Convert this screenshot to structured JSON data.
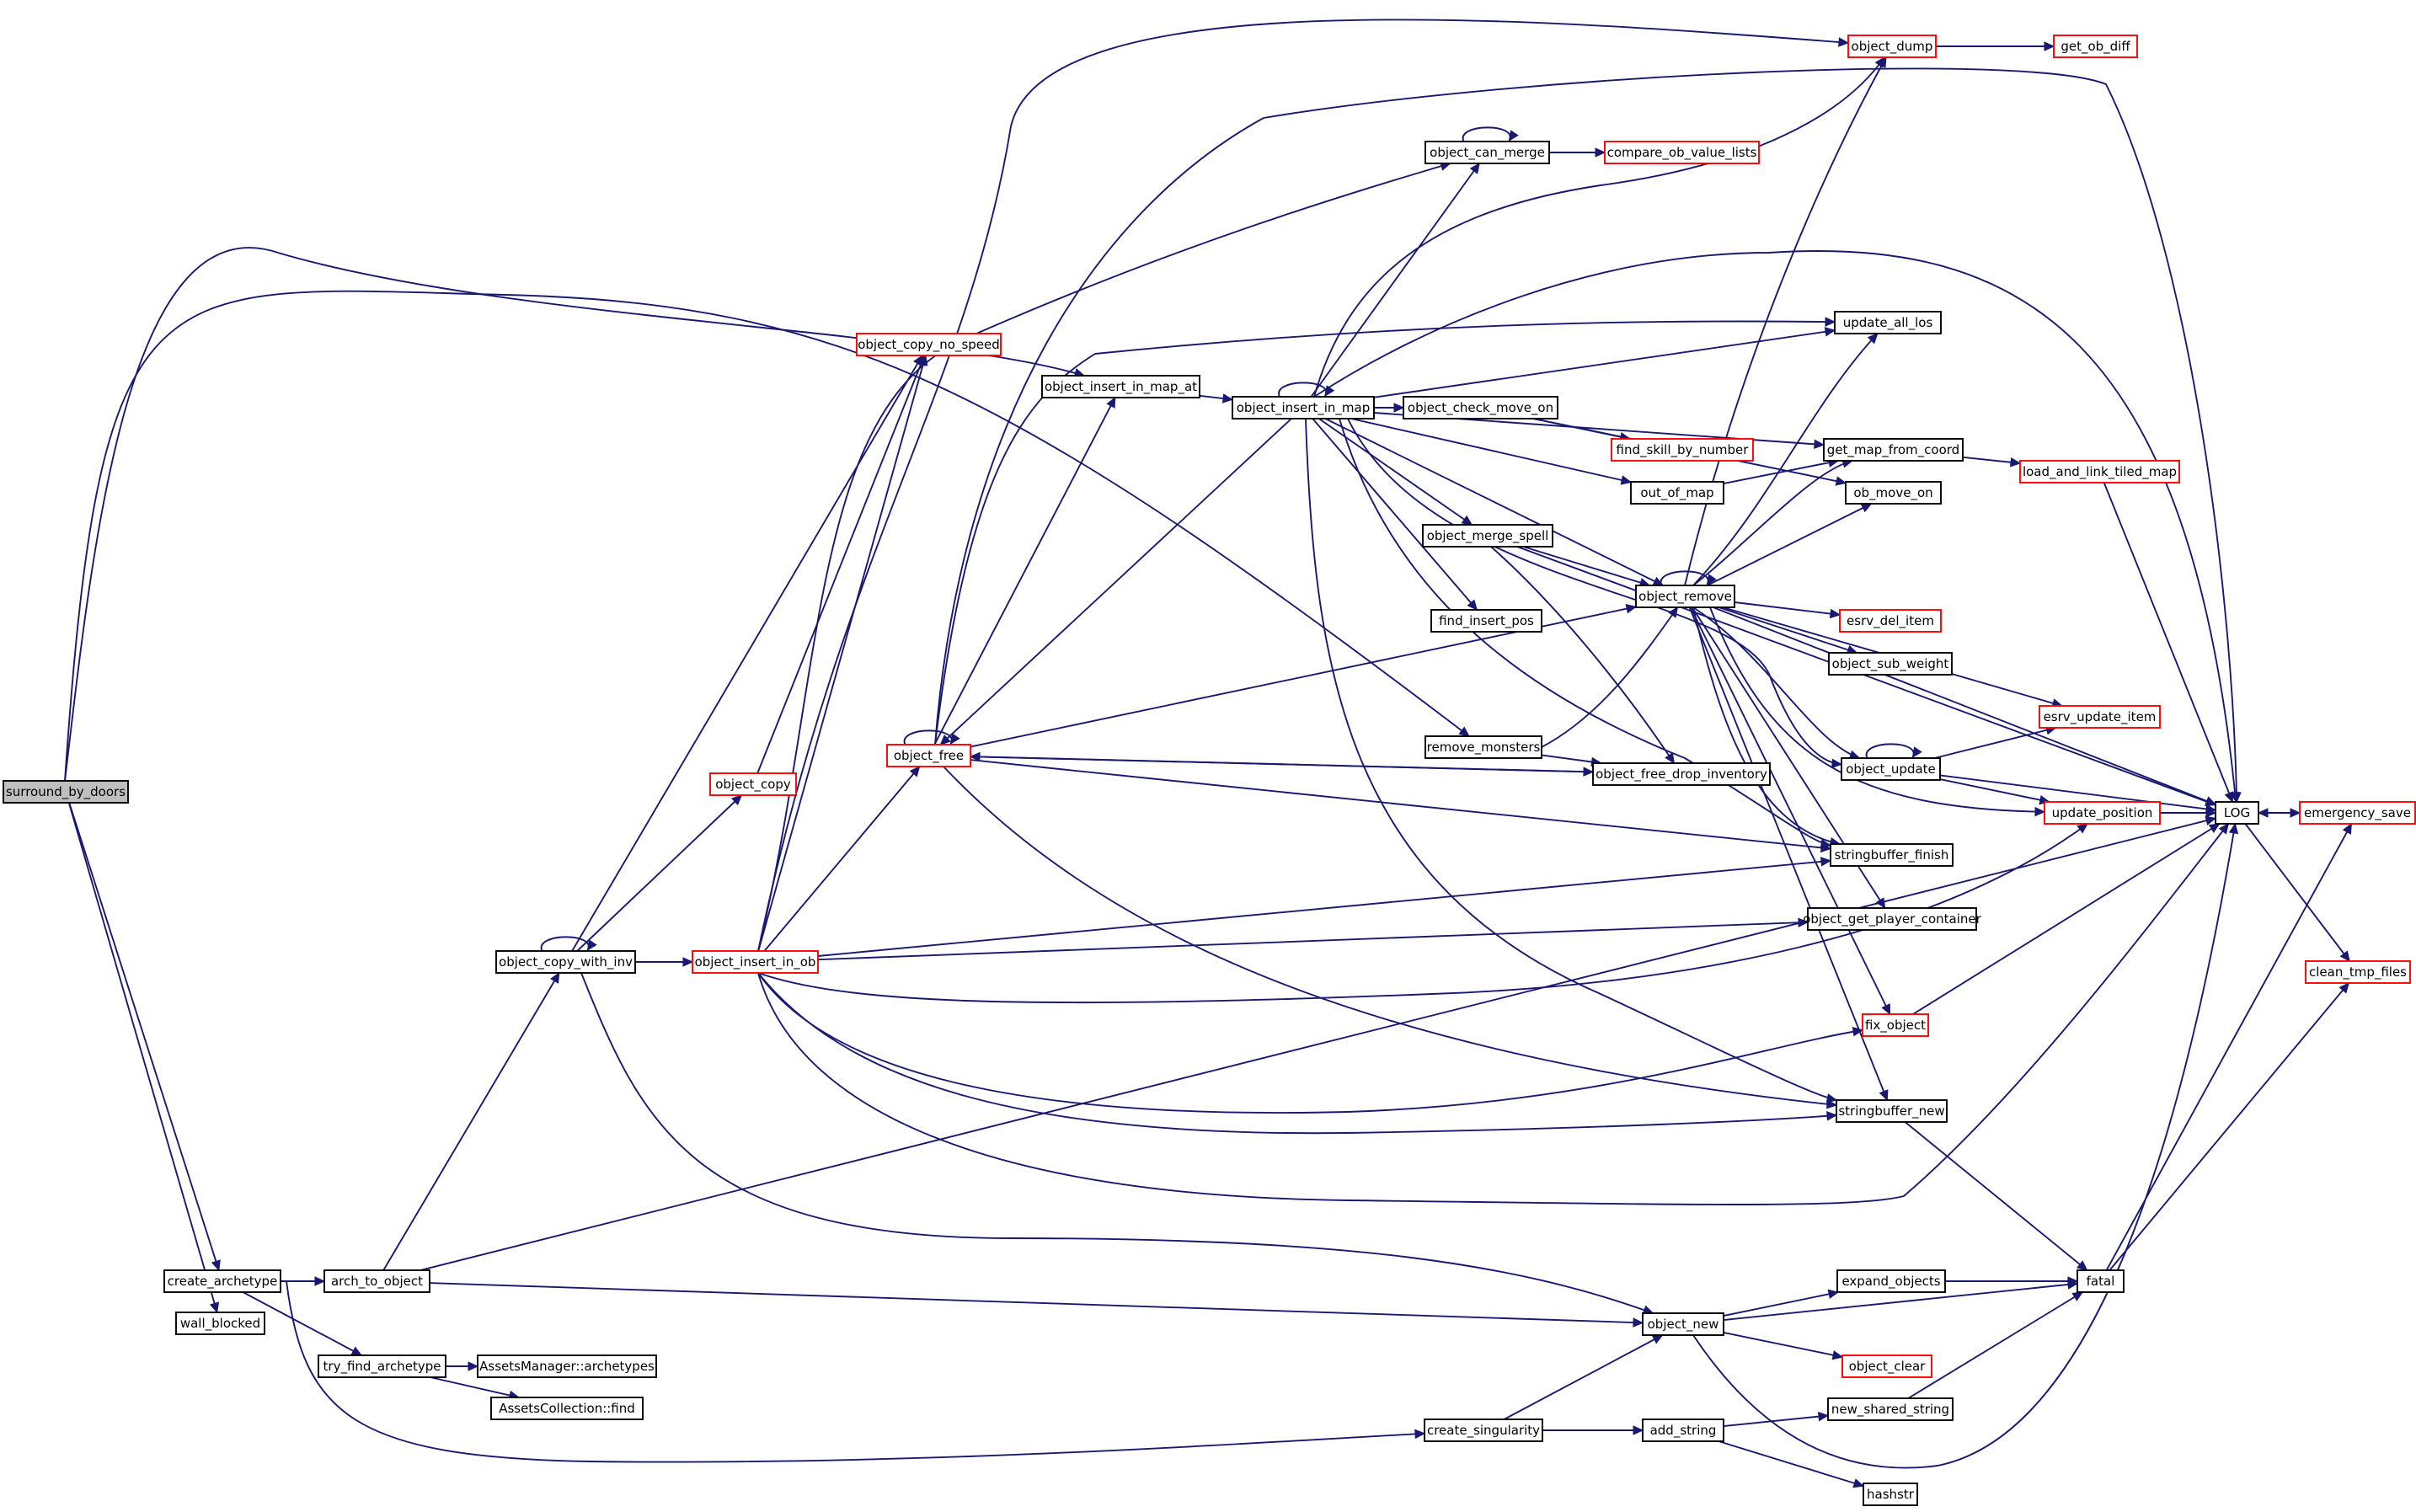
{
  "colors": {
    "edge": "#191970",
    "node_border": "#000000",
    "node_border_red": "#ff0000",
    "root_fill": "#bfbfbf",
    "background": "#ffffff"
  },
  "nodes": [
    {
      "id": "surround_by_doors",
      "label": "surround_by_doors",
      "style": "root"
    },
    {
      "id": "create_archetype",
      "label": "create_archetype",
      "style": "black"
    },
    {
      "id": "wall_blocked",
      "label": "wall_blocked",
      "style": "black"
    },
    {
      "id": "arch_to_object",
      "label": "arch_to_object",
      "style": "black"
    },
    {
      "id": "try_find_archetype",
      "label": "try_find_archetype",
      "style": "black"
    },
    {
      "id": "assetsmanager_archetypes",
      "label": "AssetsManager::archetypes",
      "style": "black"
    },
    {
      "id": "assetscollection_find",
      "label": "AssetsCollection::find",
      "style": "black"
    },
    {
      "id": "object_copy_with_inv",
      "label": "object_copy_with_inv",
      "style": "black"
    },
    {
      "id": "object_copy",
      "label": "object_copy",
      "style": "red"
    },
    {
      "id": "object_copy_no_speed",
      "label": "object_copy_no_speed",
      "style": "red"
    },
    {
      "id": "object_insert_in_ob",
      "label": "object_insert_in_ob",
      "style": "red"
    },
    {
      "id": "object_free",
      "label": "object_free",
      "style": "red"
    },
    {
      "id": "object_insert_in_map_at",
      "label": "object_insert_in_map_at",
      "style": "black"
    },
    {
      "id": "object_insert_in_map",
      "label": "object_insert_in_map",
      "style": "black"
    },
    {
      "id": "object_can_merge",
      "label": "object_can_merge",
      "style": "black"
    },
    {
      "id": "compare_ob_value_lists",
      "label": "compare_ob_value_lists",
      "style": "red"
    },
    {
      "id": "object_dump",
      "label": "object_dump",
      "style": "red"
    },
    {
      "id": "get_ob_diff",
      "label": "get_ob_diff",
      "style": "red"
    },
    {
      "id": "object_check_move_on",
      "label": "object_check_move_on",
      "style": "black"
    },
    {
      "id": "find_skill_by_number",
      "label": "find_skill_by_number",
      "style": "red"
    },
    {
      "id": "out_of_map",
      "label": "out_of_map",
      "style": "black"
    },
    {
      "id": "object_merge_spell",
      "label": "object_merge_spell",
      "style": "black"
    },
    {
      "id": "find_insert_pos",
      "label": "find_insert_pos",
      "style": "black"
    },
    {
      "id": "remove_monsters",
      "label": "remove_monsters",
      "style": "black"
    },
    {
      "id": "object_free_drop_inventory",
      "label": "object_free_drop_inventory",
      "style": "black"
    },
    {
      "id": "object_remove",
      "label": "object_remove",
      "style": "black"
    },
    {
      "id": "update_all_los",
      "label": "update_all_los",
      "style": "black"
    },
    {
      "id": "get_map_from_coord",
      "label": "get_map_from_coord",
      "style": "black"
    },
    {
      "id": "load_and_link_tiled_map",
      "label": "load_and_link_tiled_map",
      "style": "red"
    },
    {
      "id": "ob_move_on",
      "label": "ob_move_on",
      "style": "black"
    },
    {
      "id": "esrv_del_item",
      "label": "esrv_del_item",
      "style": "red"
    },
    {
      "id": "object_sub_weight",
      "label": "object_sub_weight",
      "style": "black"
    },
    {
      "id": "esrv_update_item",
      "label": "esrv_update_item",
      "style": "red"
    },
    {
      "id": "object_update",
      "label": "object_update",
      "style": "black"
    },
    {
      "id": "update_position",
      "label": "update_position",
      "style": "red"
    },
    {
      "id": "LOG",
      "label": "LOG",
      "style": "black"
    },
    {
      "id": "emergency_save",
      "label": "emergency_save",
      "style": "red"
    },
    {
      "id": "clean_tmp_files",
      "label": "clean_tmp_files",
      "style": "red"
    },
    {
      "id": "stringbuffer_finish",
      "label": "stringbuffer_finish",
      "style": "black"
    },
    {
      "id": "object_get_player_container",
      "label": "object_get_player_container",
      "style": "black"
    },
    {
      "id": "fix_object",
      "label": "fix_object",
      "style": "red"
    },
    {
      "id": "stringbuffer_new",
      "label": "stringbuffer_new",
      "style": "black"
    },
    {
      "id": "object_new",
      "label": "object_new",
      "style": "black"
    },
    {
      "id": "expand_objects",
      "label": "expand_objects",
      "style": "black"
    },
    {
      "id": "fatal",
      "label": "fatal",
      "style": "black"
    },
    {
      "id": "object_clear",
      "label": "object_clear",
      "style": "red"
    },
    {
      "id": "create_singularity",
      "label": "create_singularity",
      "style": "black"
    },
    {
      "id": "add_string",
      "label": "add_string",
      "style": "black"
    },
    {
      "id": "new_shared_string",
      "label": "new_shared_string",
      "style": "black"
    },
    {
      "id": "hashstr",
      "label": "hashstr",
      "style": "black"
    }
  ],
  "edges": [
    [
      "surround_by_doors",
      "create_archetype"
    ],
    [
      "surround_by_doors",
      "wall_blocked"
    ],
    [
      "surround_by_doors",
      "object_insert_in_map_at"
    ],
    [
      "surround_by_doors",
      "remove_monsters"
    ],
    [
      "create_archetype",
      "arch_to_object"
    ],
    [
      "create_archetype",
      "try_find_archetype"
    ],
    [
      "create_archetype",
      "create_singularity"
    ],
    [
      "try_find_archetype",
      "assetsmanager_archetypes"
    ],
    [
      "try_find_archetype",
      "assetscollection_find"
    ],
    [
      "arch_to_object",
      "object_copy_with_inv"
    ],
    [
      "arch_to_object",
      "object_new"
    ],
    [
      "arch_to_object",
      "LOG"
    ],
    [
      "object_copy_with_inv",
      "object_copy_with_inv"
    ],
    [
      "object_copy_with_inv",
      "object_copy_no_speed"
    ],
    [
      "object_copy_with_inv",
      "object_copy"
    ],
    [
      "object_copy_with_inv",
      "object_insert_in_ob"
    ],
    [
      "object_copy_with_inv",
      "object_new"
    ],
    [
      "object_copy",
      "object_copy_no_speed"
    ],
    [
      "object_insert_in_ob",
      "object_copy_no_speed"
    ],
    [
      "object_insert_in_ob",
      "object_free"
    ],
    [
      "object_insert_in_ob",
      "object_dump"
    ],
    [
      "object_insert_in_ob",
      "object_can_merge"
    ],
    [
      "object_insert_in_ob",
      "stringbuffer_finish"
    ],
    [
      "object_insert_in_ob",
      "object_get_player_container"
    ],
    [
      "object_insert_in_ob",
      "update_position"
    ],
    [
      "object_insert_in_ob",
      "fix_object"
    ],
    [
      "object_insert_in_ob",
      "stringbuffer_new"
    ],
    [
      "object_insert_in_ob",
      "LOG"
    ],
    [
      "object_free",
      "object_free"
    ],
    [
      "object_free",
      "object_insert_in_map_at"
    ],
    [
      "object_free",
      "LOG"
    ],
    [
      "object_free",
      "update_all_los"
    ],
    [
      "object_free",
      "object_free_drop_inventory"
    ],
    [
      "object_free",
      "stringbuffer_finish"
    ],
    [
      "object_free",
      "stringbuffer_new"
    ],
    [
      "object_free",
      "object_remove"
    ],
    [
      "object_insert_in_map_at",
      "object_insert_in_map"
    ],
    [
      "object_insert_in_map",
      "object_insert_in_map"
    ],
    [
      "object_insert_in_map",
      "object_can_merge"
    ],
    [
      "object_insert_in_map",
      "object_dump"
    ],
    [
      "object_insert_in_map",
      "LOG"
    ],
    [
      "object_insert_in_map",
      "update_all_los"
    ],
    [
      "object_insert_in_map",
      "object_check_move_on"
    ],
    [
      "object_insert_in_map",
      "get_map_from_coord"
    ],
    [
      "object_insert_in_map",
      "out_of_map"
    ],
    [
      "object_insert_in_map",
      "object_merge_spell"
    ],
    [
      "object_insert_in_map",
      "find_insert_pos"
    ],
    [
      "object_insert_in_map",
      "object_remove"
    ],
    [
      "object_insert_in_map",
      "object_free"
    ],
    [
      "object_insert_in_map",
      "object_update"
    ],
    [
      "object_insert_in_map",
      "stringbuffer_finish"
    ],
    [
      "object_insert_in_map",
      "stringbuffer_new"
    ],
    [
      "object_can_merge",
      "object_can_merge"
    ],
    [
      "object_can_merge",
      "compare_ob_value_lists"
    ],
    [
      "object_dump",
      "get_ob_diff"
    ],
    [
      "object_check_move_on",
      "find_skill_by_number"
    ],
    [
      "object_check_move_on",
      "ob_move_on"
    ],
    [
      "out_of_map",
      "get_map_from_coord"
    ],
    [
      "get_map_from_coord",
      "load_and_link_tiled_map"
    ],
    [
      "load_and_link_tiled_map",
      "LOG"
    ],
    [
      "object_merge_spell",
      "object_remove"
    ],
    [
      "object_merge_spell",
      "object_free_drop_inventory"
    ],
    [
      "object_merge_spell",
      "LOG"
    ],
    [
      "remove_monsters",
      "object_remove"
    ],
    [
      "remove_monsters",
      "object_free_drop_inventory"
    ],
    [
      "object_free_drop_inventory",
      "object_free"
    ],
    [
      "object_remove",
      "object_remove"
    ],
    [
      "object_remove",
      "object_dump"
    ],
    [
      "object_remove",
      "update_all_los"
    ],
    [
      "object_remove",
      "get_map_from_coord"
    ],
    [
      "object_remove",
      "ob_move_on"
    ],
    [
      "object_remove",
      "LOG"
    ],
    [
      "object_remove",
      "esrv_del_item"
    ],
    [
      "object_remove",
      "object_sub_weight"
    ],
    [
      "object_remove",
      "esrv_update_item"
    ],
    [
      "object_remove",
      "object_update"
    ],
    [
      "object_remove",
      "update_position"
    ],
    [
      "object_remove",
      "stringbuffer_finish"
    ],
    [
      "object_remove",
      "object_get_player_container"
    ],
    [
      "object_remove",
      "fix_object"
    ],
    [
      "object_remove",
      "stringbuffer_new"
    ],
    [
      "object_update",
      "object_update"
    ],
    [
      "object_update",
      "esrv_update_item"
    ],
    [
      "object_update",
      "update_position"
    ],
    [
      "object_update",
      "LOG"
    ],
    [
      "update_position",
      "LOG"
    ],
    [
      "fix_object",
      "LOG"
    ],
    [
      "emergency_save",
      "LOG"
    ],
    [
      "LOG",
      "emergency_save"
    ],
    [
      "LOG",
      "clean_tmp_files"
    ],
    [
      "fatal",
      "emergency_save"
    ],
    [
      "fatal",
      "clean_tmp_files"
    ],
    [
      "stringbuffer_new",
      "fatal"
    ],
    [
      "object_new",
      "expand_objects"
    ],
    [
      "object_new",
      "fatal"
    ],
    [
      "object_new",
      "object_clear"
    ],
    [
      "object_new",
      "LOG"
    ],
    [
      "expand_objects",
      "fatal"
    ],
    [
      "create_singularity",
      "object_new"
    ],
    [
      "create_singularity",
      "add_string"
    ],
    [
      "add_string",
      "new_shared_string"
    ],
    [
      "add_string",
      "hashstr"
    ],
    [
      "new_shared_string",
      "fatal"
    ]
  ]
}
